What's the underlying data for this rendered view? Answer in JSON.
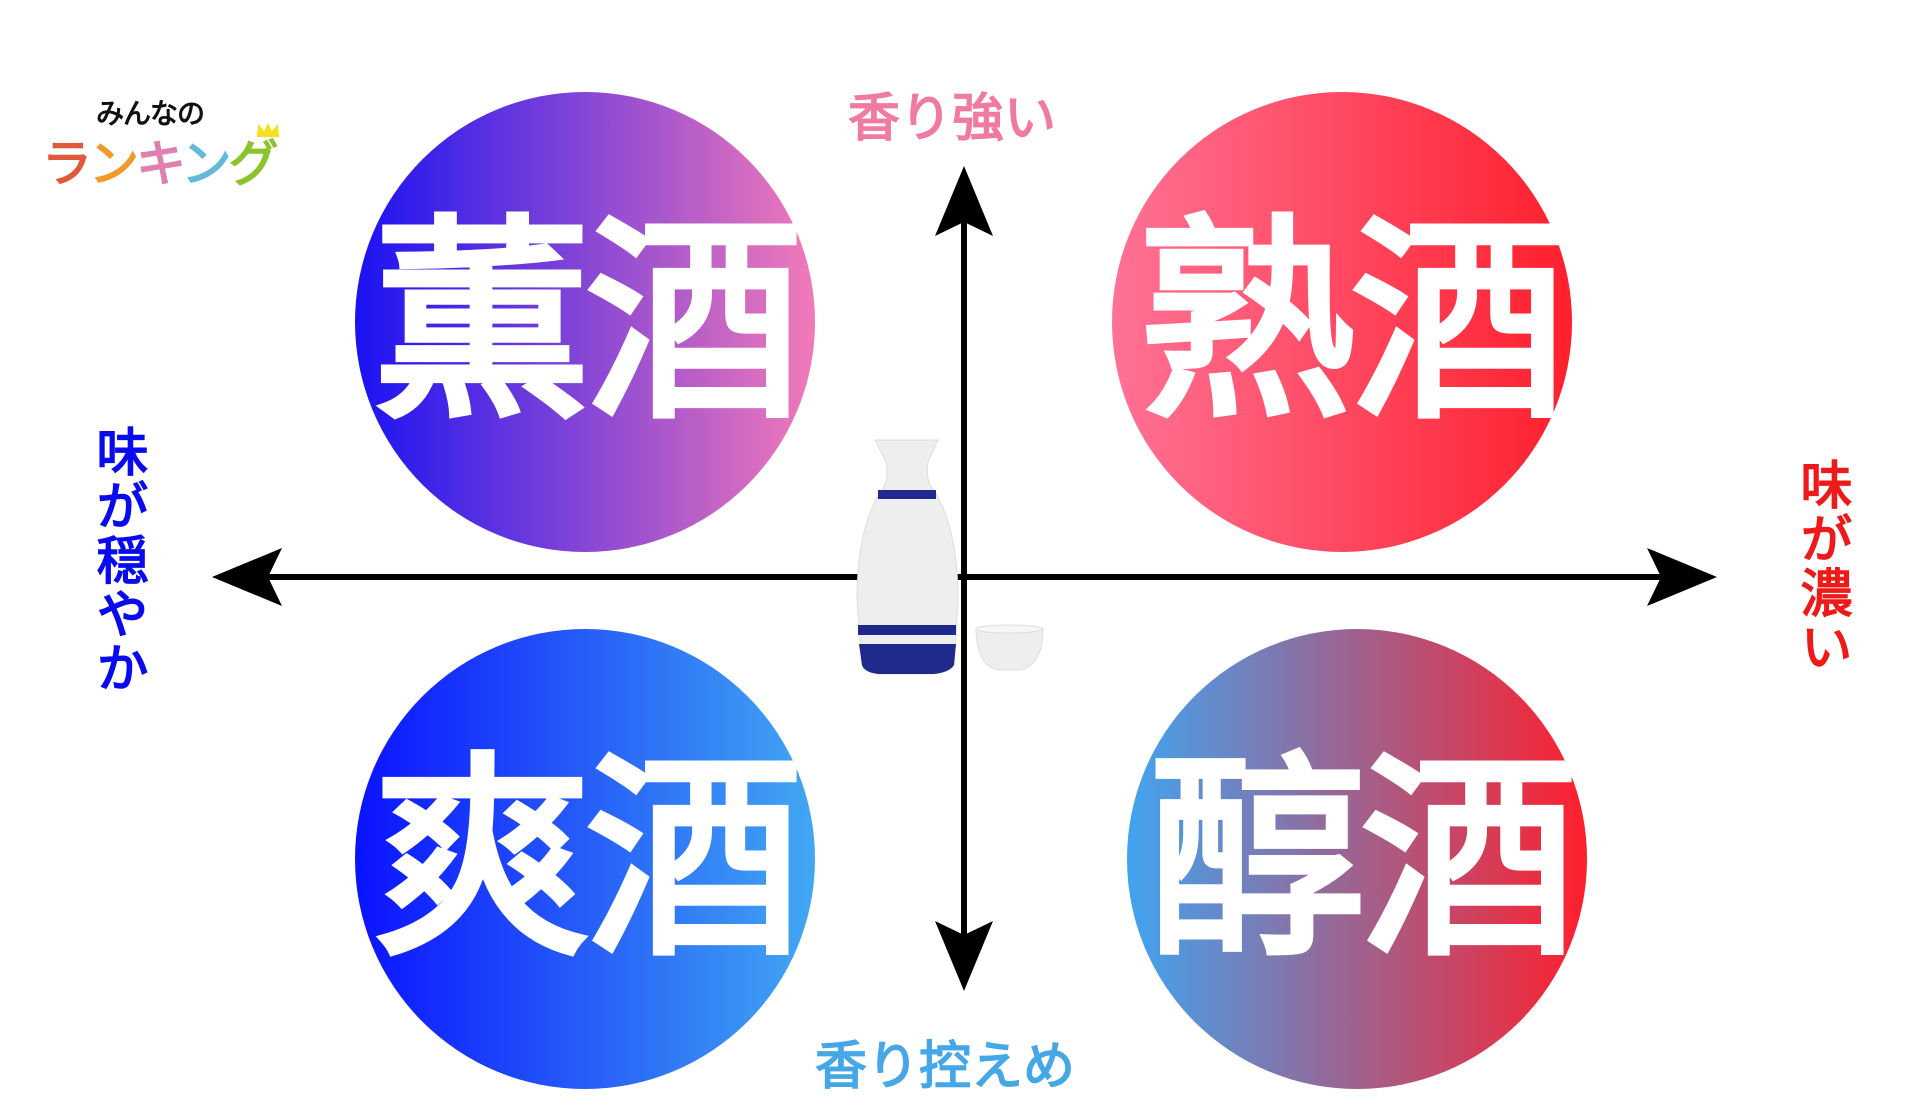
{
  "logo": {
    "top": "みんなの",
    "main": "ランキング",
    "main_chars": [
      "ラ",
      "ン",
      "キ",
      "ン",
      "グ"
    ],
    "char_colors": [
      "#e05a3a",
      "#ef9a2a",
      "#e07fae",
      "#63b9d8",
      "#8cc22a"
    ],
    "crown_color": "#f4e01c"
  },
  "axes": {
    "top": {
      "label": "香り強い",
      "color": "#f07aa0"
    },
    "bottom": {
      "label": "香り控えめ",
      "color": "#45a6e8"
    },
    "left": {
      "label": "味が穏やか",
      "color": "#0a0aee"
    },
    "right": {
      "label": "味が濃い",
      "color": "#ee1a1a"
    }
  },
  "quadrants": [
    {
      "label": "薫酒",
      "gradient": [
        "#1a12f2",
        "#f27ab8"
      ]
    },
    {
      "label": "熟酒",
      "gradient": [
        "#ff7296",
        "#ff1f2c"
      ]
    },
    {
      "label": "爽酒",
      "gradient": [
        "#0a12ff",
        "#42a8f2"
      ]
    },
    {
      "label": "醇酒",
      "gradient": [
        "#40a4f0",
        "#ff1f2c"
      ]
    }
  ]
}
